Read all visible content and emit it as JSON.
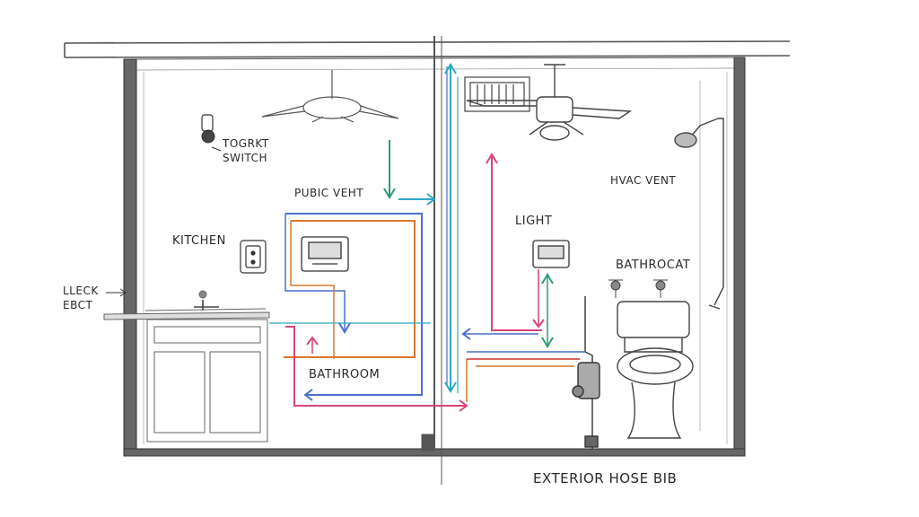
{
  "labels": {
    "toggle_switch_line1": "TOGRKT",
    "toggle_switch_line2": "SWITCH",
    "kitchen": "KITCHEN",
    "public_vent": "PUBIC VEHT",
    "left_lead_line1": "LLECK",
    "left_lead_line2": "EBCT",
    "bathroom_lower": "BATHROOM",
    "light": "LIGHT",
    "hvac_vent": "HVAC VENT",
    "bathroom_right": "BATHROCAT",
    "exterior_hose_bib": "EXTERIOR HOSE BIB"
  },
  "colors": {
    "pencil": "#3a3a3a",
    "wall": "#555555",
    "blue_duct": "#4a6fd0",
    "cyan_duct": "#2aa8c8",
    "pink_line": "#d8437a",
    "orange_line": "#d9782f",
    "green_line": "#2f9a78",
    "red_line": "#c9302c"
  }
}
